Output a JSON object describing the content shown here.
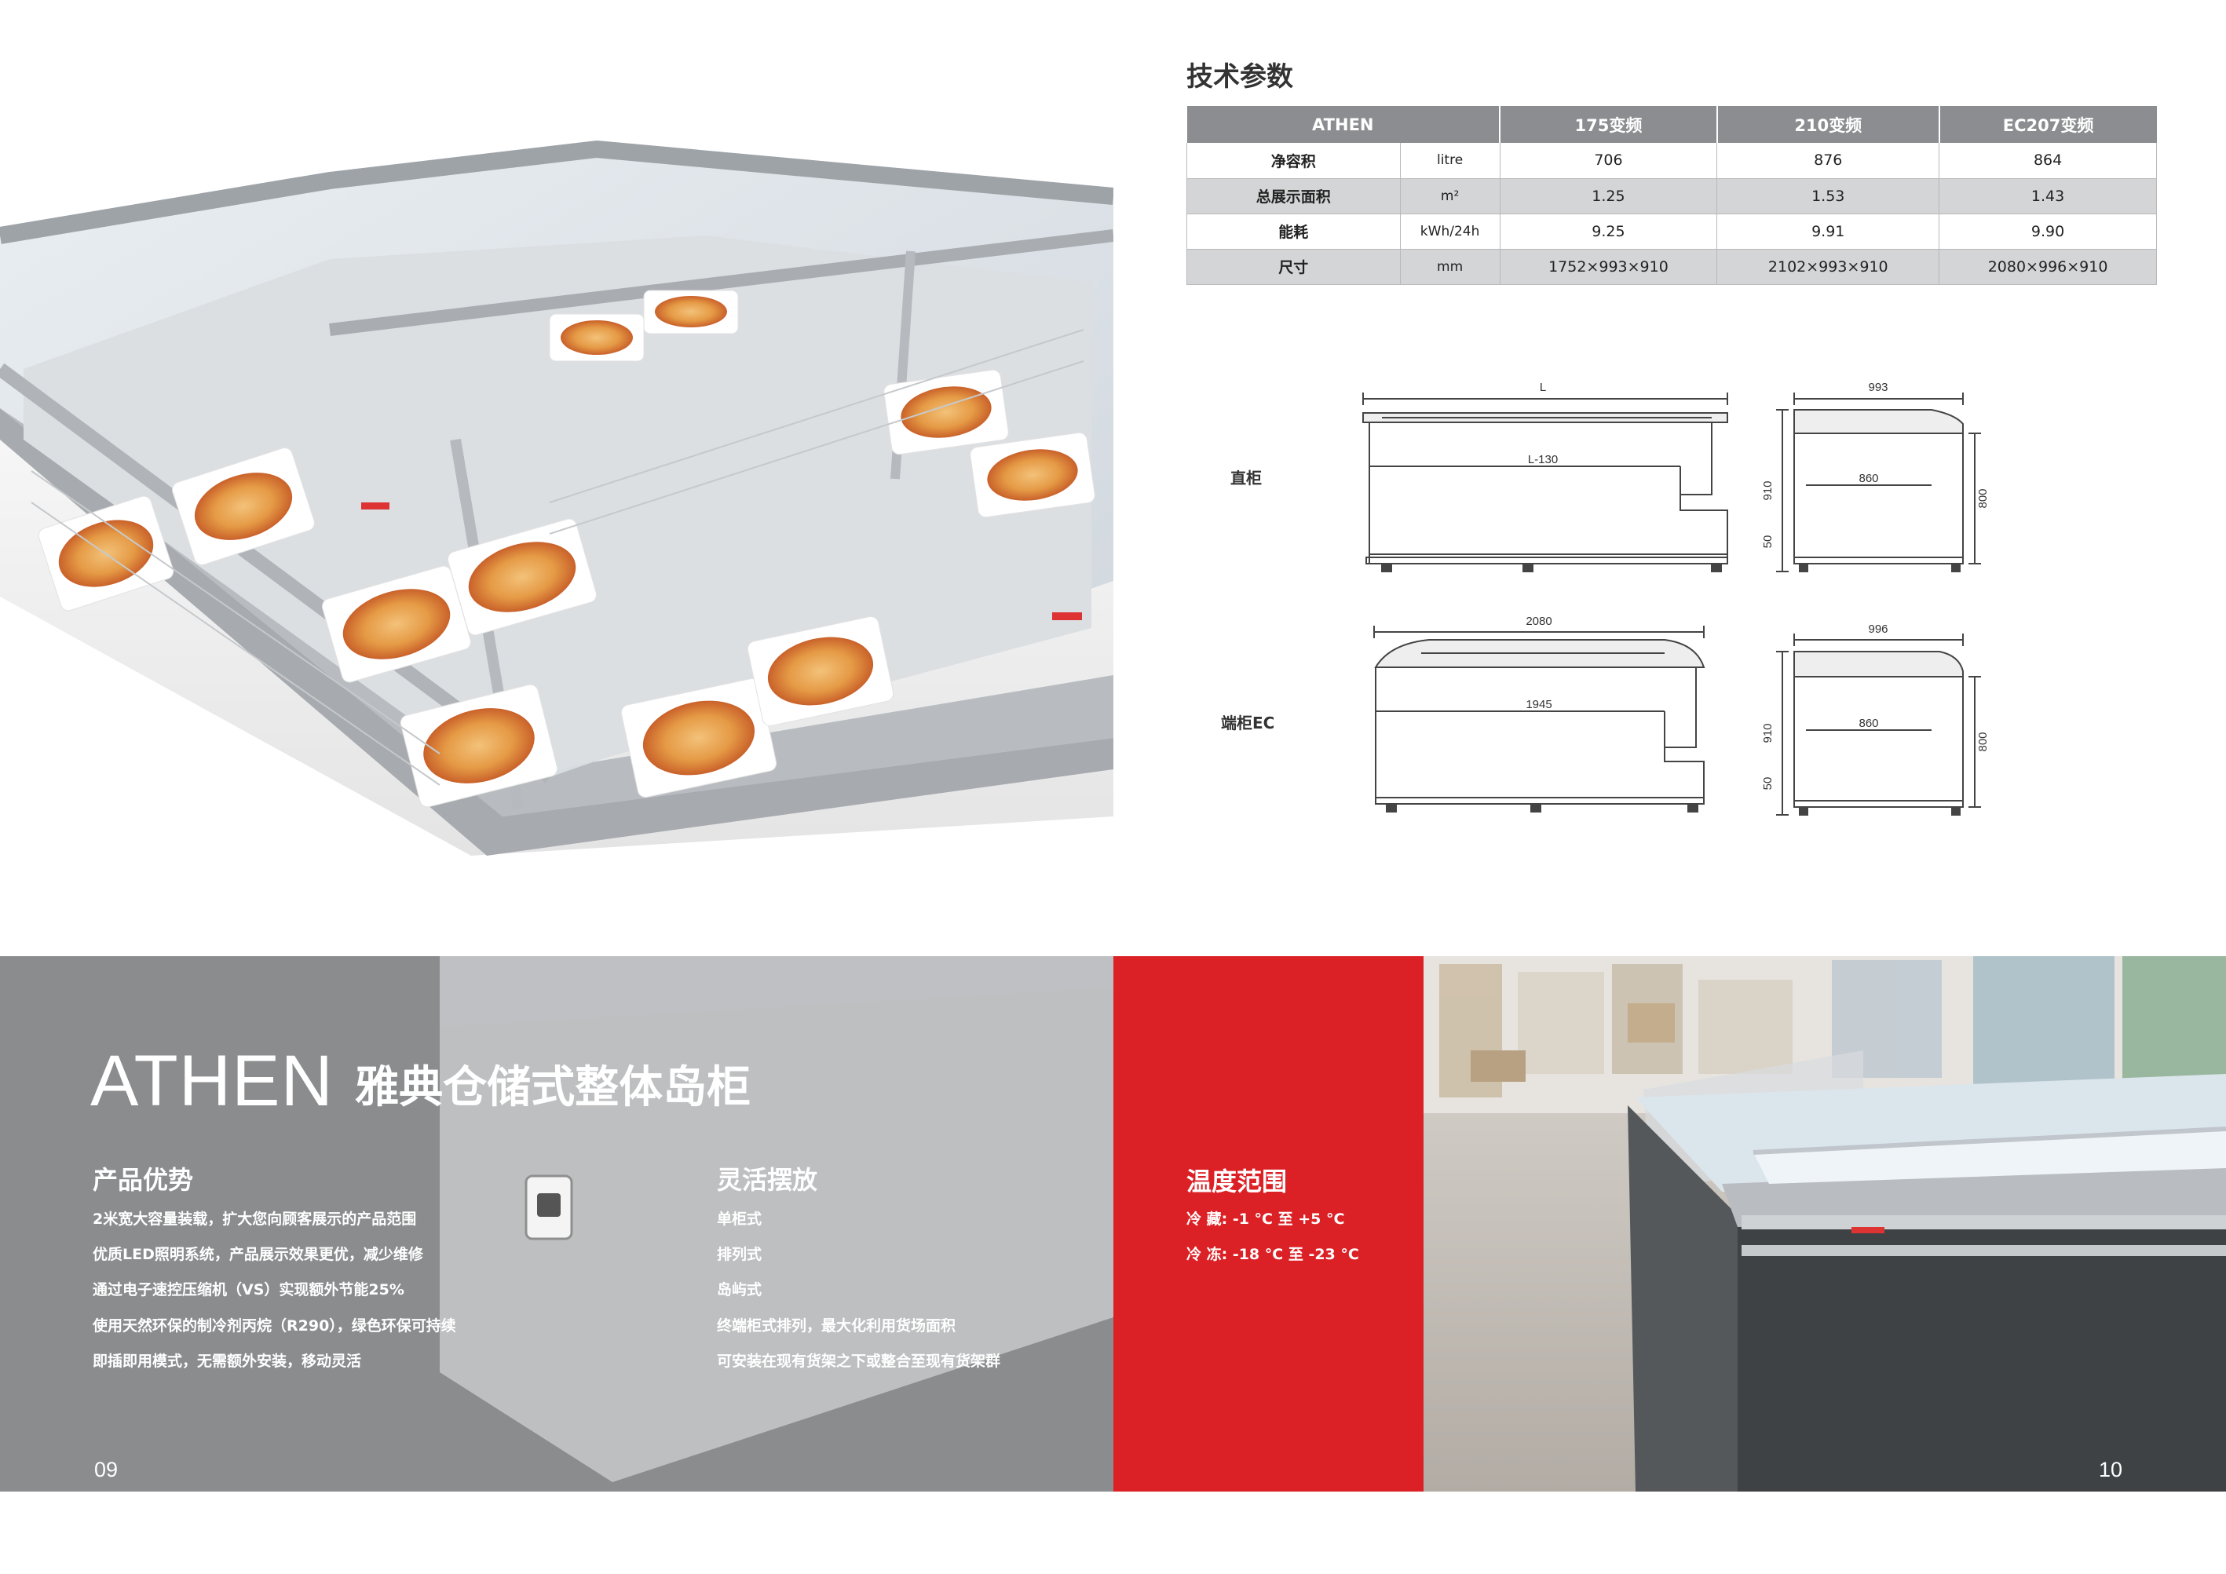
{
  "brochure": {
    "product": {
      "brand": "ATHEN",
      "name_cn": "雅典仓储式整体岛柜"
    },
    "advantages": {
      "title": "产品优势",
      "items": [
        "2米宽大容量装载，扩大您向顾客展示的产品范围",
        "优质LED照明系统，产品展示效果更优，减少维修",
        "通过电子速控压缩机（VS）实现额外节能25%",
        "使用天然环保的制冷剂丙烷（R290），绿色环保可持续",
        "即插即用模式，无需额外安装，移动灵活"
      ]
    },
    "layout": {
      "title": "灵活摆放",
      "items": [
        "单柜式",
        "排列式",
        "岛屿式",
        "终端柜式排列，最大化利用货场面积",
        "可安装在现有货架之下或整合至现有货架群"
      ]
    },
    "temperature": {
      "title": "温度范围",
      "items": [
        "冷 藏: -1 °C 至 +5 °C",
        "冷 冻: -18 °C 至 -23 °C"
      ]
    },
    "page_left": "09",
    "page_right": "10"
  },
  "specs": {
    "title": "技术参数",
    "headers": [
      "ATHEN",
      "175变频",
      "210变频",
      "EC207变频"
    ],
    "rows": [
      {
        "label": "净容积",
        "unit": "litre",
        "values": [
          "706",
          "876",
          "864"
        ]
      },
      {
        "label": "总展示面积",
        "unit": "m²",
        "values": [
          "1.25",
          "1.53",
          "1.43"
        ]
      },
      {
        "label": "能耗",
        "unit": "kWh/24h",
        "values": [
          "9.25",
          "9.91",
          "9.90"
        ]
      },
      {
        "label": "尺寸",
        "unit": "mm",
        "values": [
          "1752×993×910",
          "2102×993×910",
          "2080×996×910"
        ]
      }
    ]
  },
  "drawings": {
    "straight": {
      "label": "直柜",
      "length_label": "L",
      "inner_label": "L-130",
      "depth": "993",
      "inner_depth": "860",
      "height": "910",
      "inner_height": "800",
      "foot": "50"
    },
    "end": {
      "label": "端柜EC",
      "length_label": "2080",
      "inner_label": "1945",
      "depth": "996",
      "inner_depth": "860",
      "height": "910",
      "inner_height": "800",
      "foot": "50"
    }
  },
  "colors": {
    "grey_band": "#828385",
    "red_band": "#dc2126",
    "table_header": "#8c8d90",
    "table_alt_row": "#d4d5d6"
  }
}
